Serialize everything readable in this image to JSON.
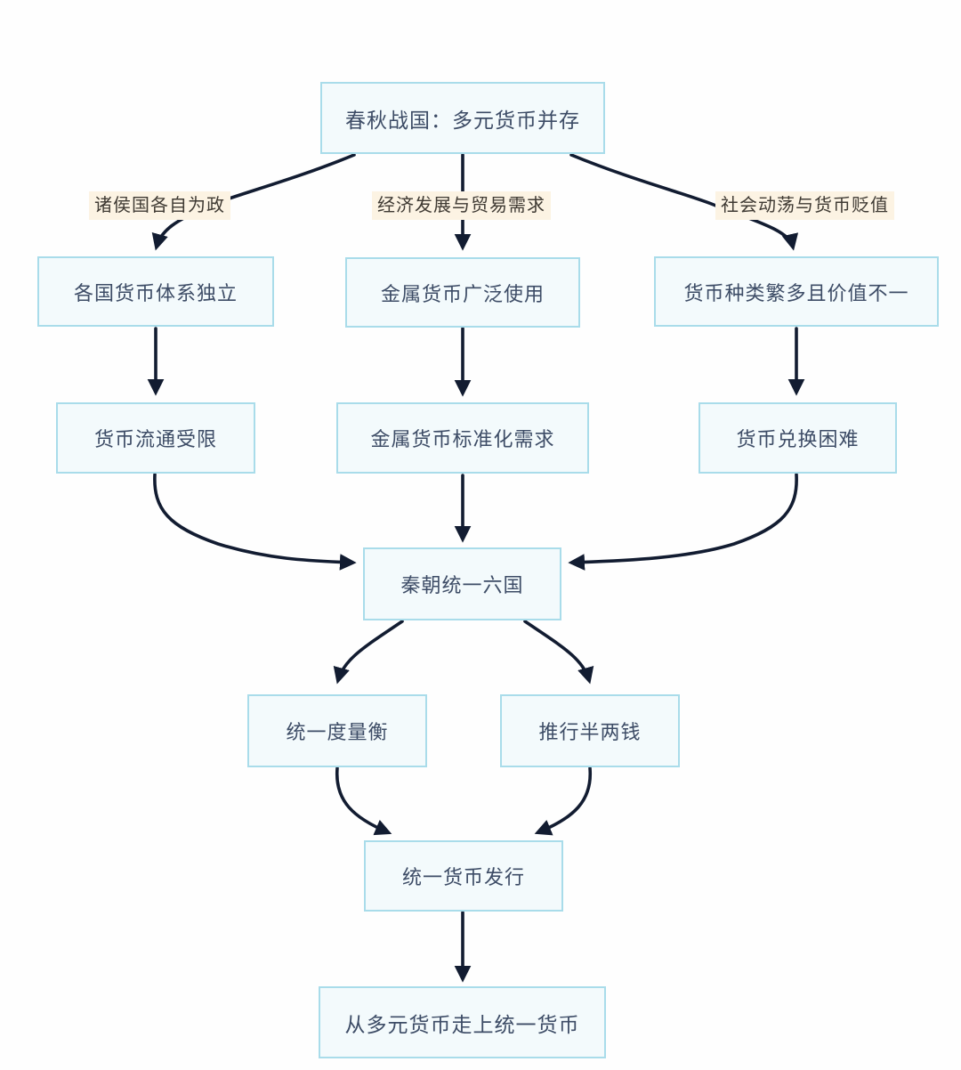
{
  "flowchart": {
    "root": "春秋战国：多元货币并存",
    "branch_labels": {
      "left": "诸侯国各自为政",
      "center": "经济发展与贸易需求",
      "right": "社会动荡与货币贬值"
    },
    "row_causes": {
      "left": "各国货币体系独立",
      "center": "金属货币广泛使用",
      "right": "货币种类繁多且价值不一"
    },
    "row_effects": {
      "left": "货币流通受限",
      "center": "金属货币标准化需求",
      "right": "货币兑换困难"
    },
    "qin": "秦朝统一六国",
    "measures": {
      "left": "统一度量衡",
      "right": "推行半两钱"
    },
    "issuance": "统一货币发行",
    "conclusion": "从多元货币走上统一货币"
  },
  "colors": {
    "box_border": "#a9dcea",
    "box_fill": "#f3fafc",
    "box_text": "#3d4c66",
    "arrow": "#121c31",
    "edge_label_bg": "#fcf3e3",
    "edge_label_text": "#3f3a33",
    "background": "#fefefe"
  }
}
